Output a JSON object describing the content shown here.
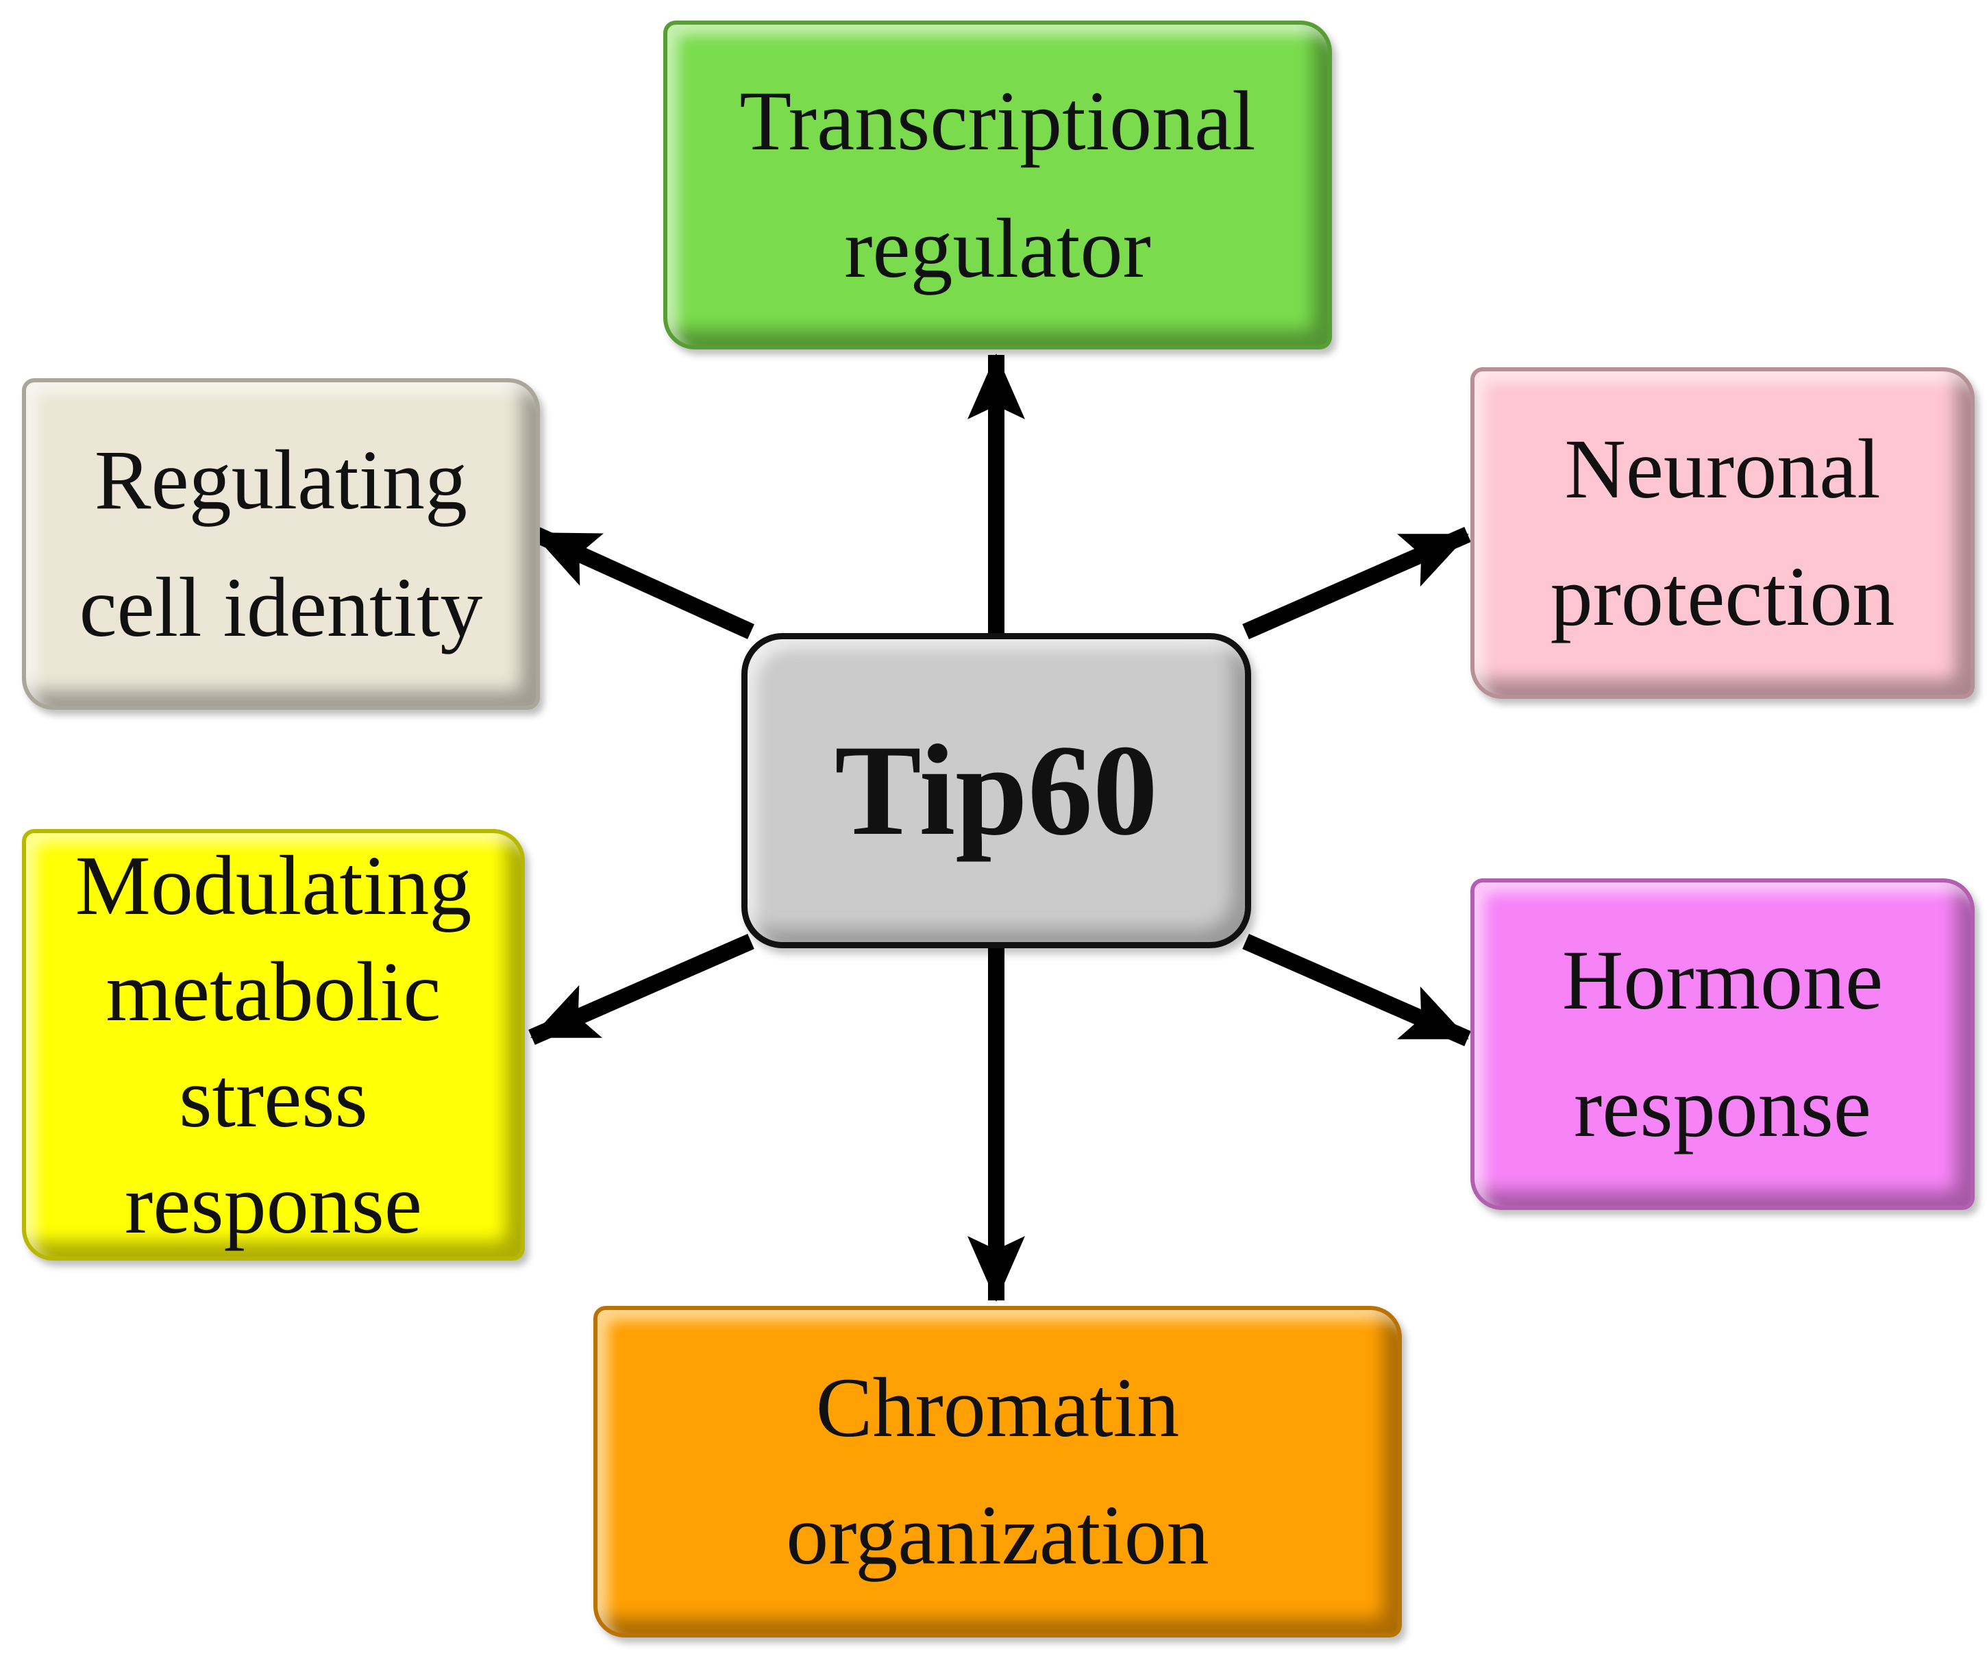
{
  "diagram": {
    "center": {
      "label": "Tip60",
      "color": "#cbcbcb"
    },
    "nodes": [
      {
        "id": "transcriptional-regulator",
        "lines": [
          "Transcriptional",
          "regulator"
        ],
        "color": "#7adc4c"
      },
      {
        "id": "regulating-cell-identity",
        "lines": [
          "Regulating",
          "cell identity"
        ],
        "color": "#ebe6d6"
      },
      {
        "id": "neuronal-protection",
        "lines": [
          "Neuronal",
          "protection"
        ],
        "color": "#fec6d2"
      },
      {
        "id": "modulating-metabolic-stress-response",
        "lines": [
          "Modulating",
          "metabolic",
          "stress",
          "response"
        ],
        "color": "#ffff05"
      },
      {
        "id": "hormone-response",
        "lines": [
          "Hormone",
          "response"
        ],
        "color": "#f784f7"
      },
      {
        "id": "chromatin-organization",
        "lines": [
          "Chromatin",
          "organization"
        ],
        "color": "#ffa003"
      }
    ],
    "edges": [
      {
        "from": "center",
        "to": "transcriptional-regulator"
      },
      {
        "from": "center",
        "to": "regulating-cell-identity"
      },
      {
        "from": "center",
        "to": "neuronal-protection"
      },
      {
        "from": "center",
        "to": "modulating-metabolic-stress-response"
      },
      {
        "from": "center",
        "to": "hormone-response"
      },
      {
        "from": "center",
        "to": "chromatin-organization"
      }
    ],
    "arrow_color": "#000000"
  }
}
